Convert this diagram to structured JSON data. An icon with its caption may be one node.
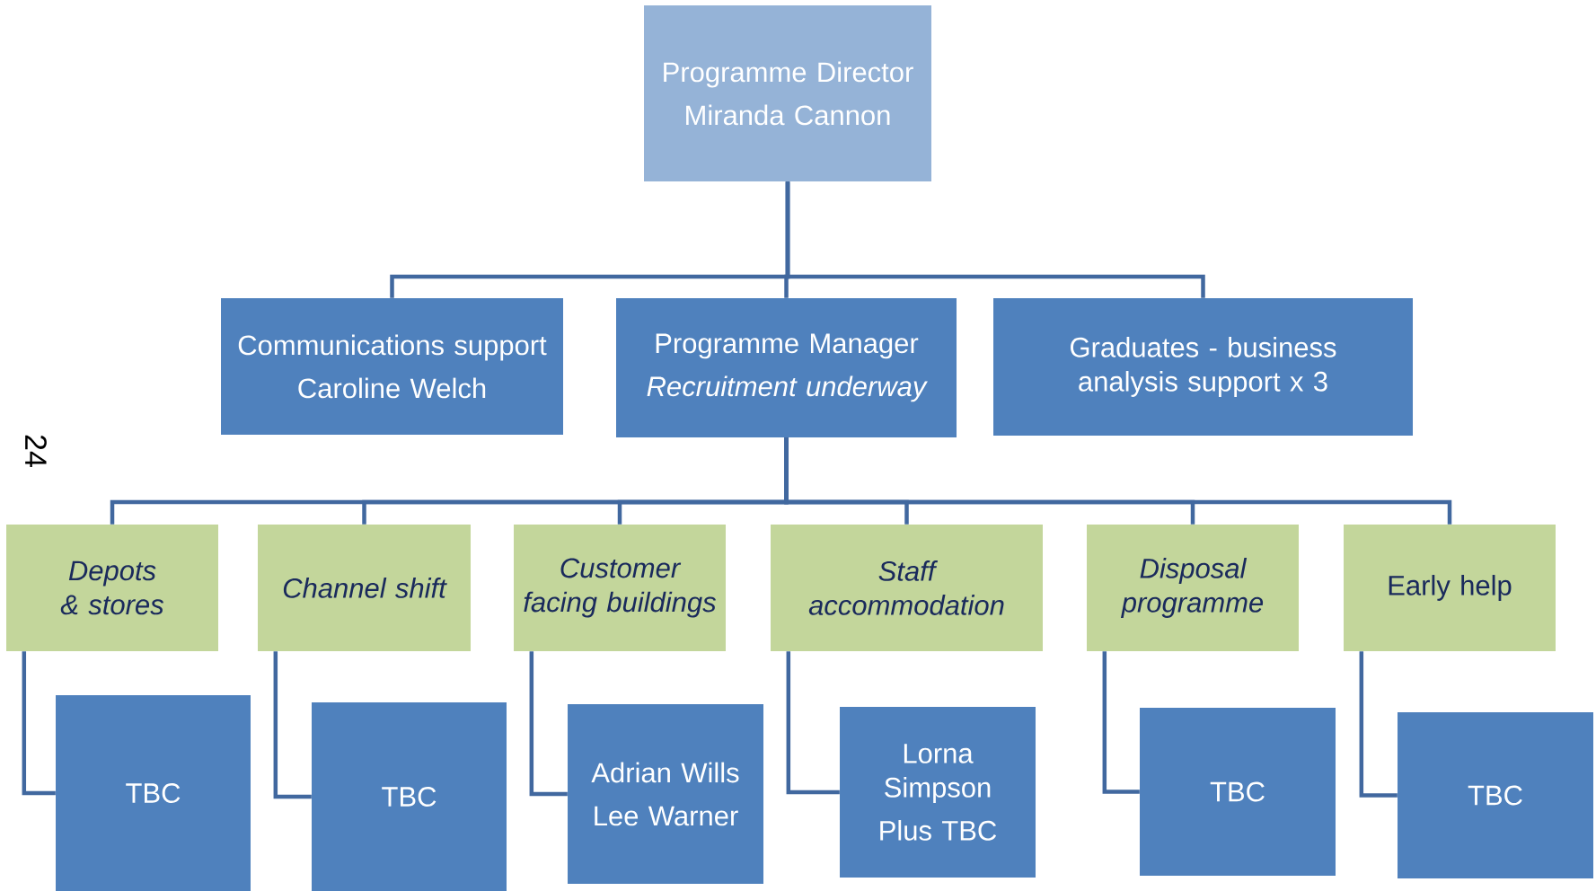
{
  "diagram": {
    "nodes": [
      {
        "text": [
          "Programme Director",
          "Miranda Cannon"
        ]
      },
      {
        "text": [
          "Communications support",
          "Caroline Welch"
        ]
      },
      {
        "text": [
          "Programme Manager",
          "Recruitment underway"
        ]
      },
      {
        "text": [
          "Graduates - business analysis support x 3"
        ]
      },
      {
        "text": [
          "Depots & stores"
        ]
      },
      {
        "text": [
          "Channel shift"
        ]
      },
      {
        "text": [
          "Customer facing buildings"
        ]
      },
      {
        "text": [
          "Staff accommodation"
        ]
      },
      {
        "text": [
          "Disposal programme"
        ]
      },
      {
        "text": [
          "Early help"
        ]
      },
      {
        "text": [
          "TBC"
        ]
      },
      {
        "text": [
          "TBC"
        ]
      },
      {
        "text": [
          "Adrian Wills",
          "Lee Warner"
        ]
      },
      {
        "text": [
          "Lorna Simpson",
          "Plus TBC"
        ]
      },
      {
        "text": [
          "TBC"
        ]
      },
      {
        "text": [
          "TBC"
        ]
      }
    ],
    "edges": [
      {
        "from": 0,
        "to": 1,
        "arrow": "none"
      },
      {
        "from": 0,
        "to": 2,
        "arrow": "none"
      },
      {
        "from": 0,
        "to": 3,
        "arrow": "none"
      },
      {
        "from": 2,
        "to": 4,
        "arrow": "none"
      },
      {
        "from": 2,
        "to": 5,
        "arrow": "none"
      },
      {
        "from": 2,
        "to": 6,
        "arrow": "none"
      },
      {
        "from": 2,
        "to": 7,
        "arrow": "none"
      },
      {
        "from": 2,
        "to": 8,
        "arrow": "none"
      },
      {
        "from": 2,
        "to": 9,
        "arrow": "none"
      },
      {
        "from": 4,
        "to": 10,
        "arrow": "none"
      },
      {
        "from": 5,
        "to": 11,
        "arrow": "none"
      },
      {
        "from": 6,
        "to": 12,
        "arrow": "none"
      },
      {
        "from": 7,
        "to": 13,
        "arrow": "none"
      },
      {
        "from": 8,
        "to": 14,
        "arrow": "none"
      },
      {
        "from": 9,
        "to": 15,
        "arrow": "none"
      }
    ],
    "labels": [
      "24"
    ]
  }
}
